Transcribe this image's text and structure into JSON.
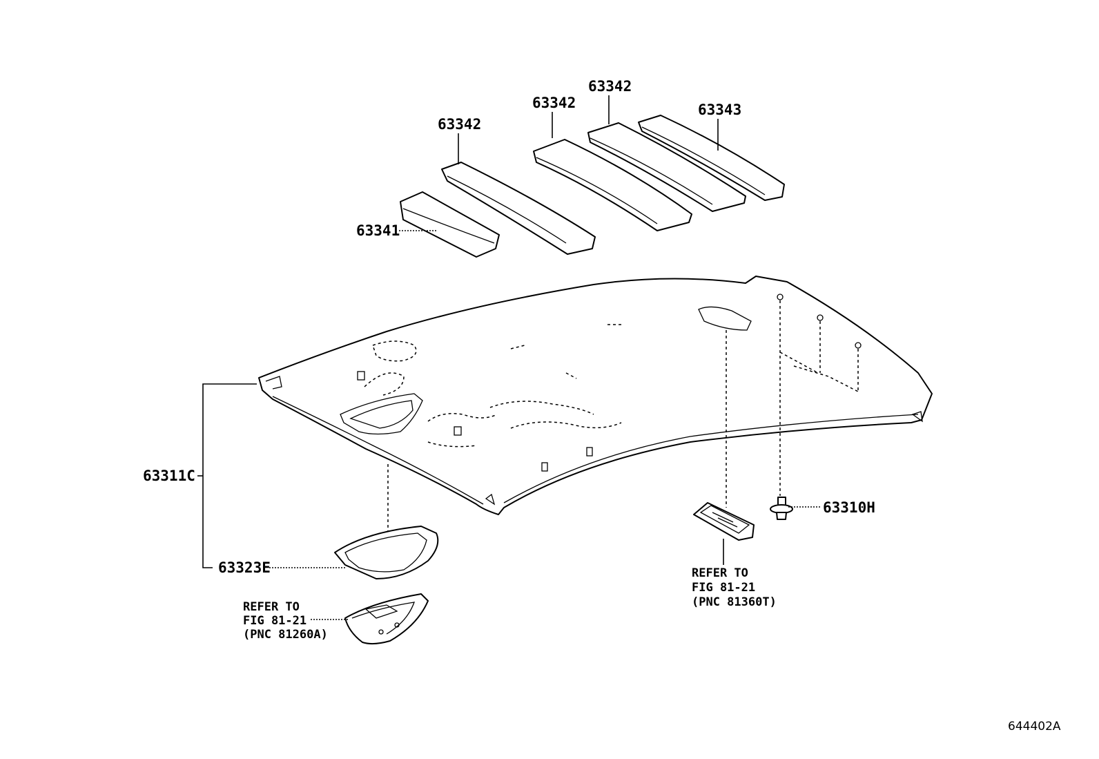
{
  "labels": {
    "p63342_a": "63342",
    "p63342_b": "63342",
    "p63342_c": "63342",
    "p63343": "63343",
    "p63341": "63341",
    "p63311c": "63311C",
    "p63323e": "63323E",
    "p63310h": "63310H"
  },
  "refer_left": {
    "line1": "REFER TO",
    "line2": "FIG 81-21",
    "line3": "(PNC 81260A)"
  },
  "refer_right": {
    "line1": "REFER TO",
    "line2": "FIG 81-21",
    "line3": "(PNC 81360T)"
  },
  "figure_code": "644402A"
}
